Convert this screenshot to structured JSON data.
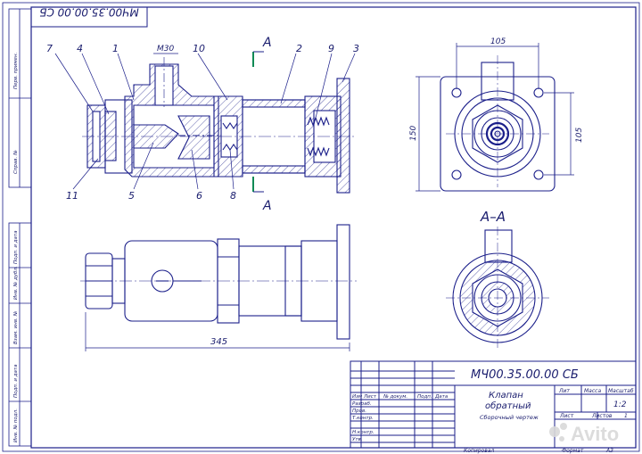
{
  "document": {
    "code": "МЧ00.35.00.00 СБ",
    "code_rotated": "МЧ00.35.00.00 СБ",
    "title_line1": "Клапан",
    "title_line2": "обратный",
    "title_sub": "Сборочный чертеж",
    "scale": "1:2",
    "format_label": "Формат",
    "format_value": "А3",
    "copied_label": "Копировал"
  },
  "title_block": {
    "lit_label": "Лит",
    "mass_label": "Масса",
    "scale_label": "Масштаб",
    "sheet_label": "Лист",
    "sheets_label": "Листов",
    "sheets_value": "1",
    "columns": [
      "Изм",
      "Лист",
      "№ докум.",
      "Подп.",
      "Дата"
    ],
    "rows": [
      "Разраб.",
      "Пров.",
      "Т.контр.",
      "",
      "Н.контр.",
      "Утв."
    ]
  },
  "side_stamps": [
    "Перв. примен.",
    "Справ. №",
    "Подп. и дата",
    "Инв. № дубл.",
    "Взам. инв. №",
    "Подп. и дата",
    "Инв. № подл."
  ],
  "callouts": {
    "top": [
      "7",
      "4",
      "1",
      "10",
      "2",
      "9",
      "3"
    ],
    "bottom": [
      "11",
      "5",
      "6",
      "8"
    ],
    "thread": "М30",
    "section_marker": "А"
  },
  "dimensions": {
    "width_top": "105",
    "height_left": "150",
    "height_right": "105",
    "length": "345"
  },
  "section_view_label": "А–А",
  "watermark": "Avito",
  "colors": {
    "line": "#1b1f8a",
    "accent": "#0f8a55",
    "watermark": "#d9d9d9"
  }
}
